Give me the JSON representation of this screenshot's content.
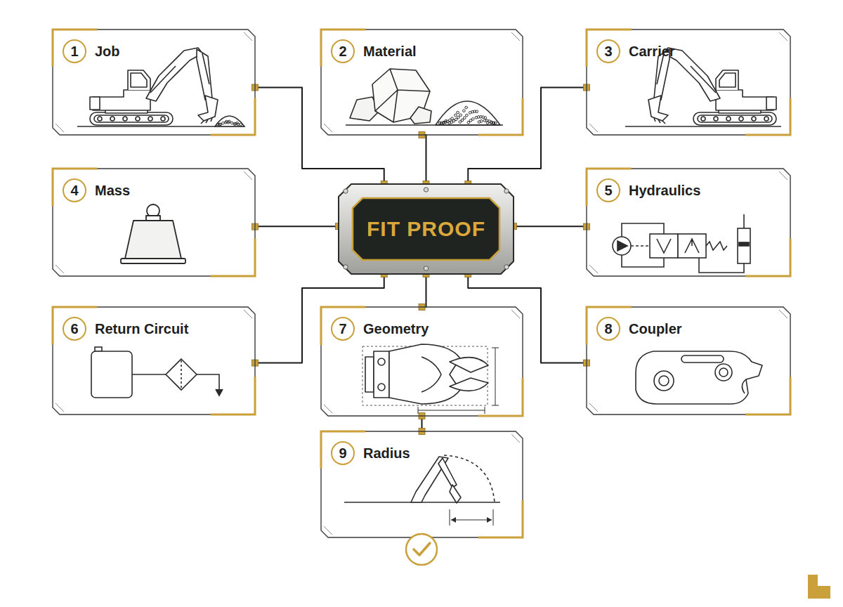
{
  "diagram": {
    "nodes": [
      {
        "text": [
          "1",
          "Job"
        ]
      },
      {
        "text": [
          "2",
          "Material"
        ]
      },
      {
        "text": [
          "3",
          "Carrier"
        ]
      },
      {
        "text": [
          "4",
          "Mass"
        ]
      },
      {
        "text": [
          "FIT PROOF"
        ]
      },
      {
        "text": [
          "5",
          "Hydraulics"
        ]
      },
      {
        "text": [
          "6",
          "Return Circuit"
        ]
      },
      {
        "text": [
          "7",
          "Geometry"
        ]
      },
      {
        "text": [
          "8",
          "Coupler"
        ]
      },
      {
        "text": [
          "9",
          "Radius"
        ]
      }
    ],
    "edges": [
      {
        "from": 0,
        "to": 4,
        "arrow": "none"
      },
      {
        "from": 1,
        "to": 4,
        "arrow": "none"
      },
      {
        "from": 2,
        "to": 4,
        "arrow": "none"
      },
      {
        "from": 3,
        "to": 4,
        "arrow": "none"
      },
      {
        "from": 5,
        "to": 4,
        "arrow": "none"
      },
      {
        "from": 6,
        "to": 4,
        "arrow": "none"
      },
      {
        "from": 7,
        "to": 4,
        "arrow": "none"
      },
      {
        "from": 8,
        "to": 4,
        "arrow": "none"
      },
      {
        "from": 9,
        "to": 7,
        "arrow": "none"
      }
    ]
  }
}
